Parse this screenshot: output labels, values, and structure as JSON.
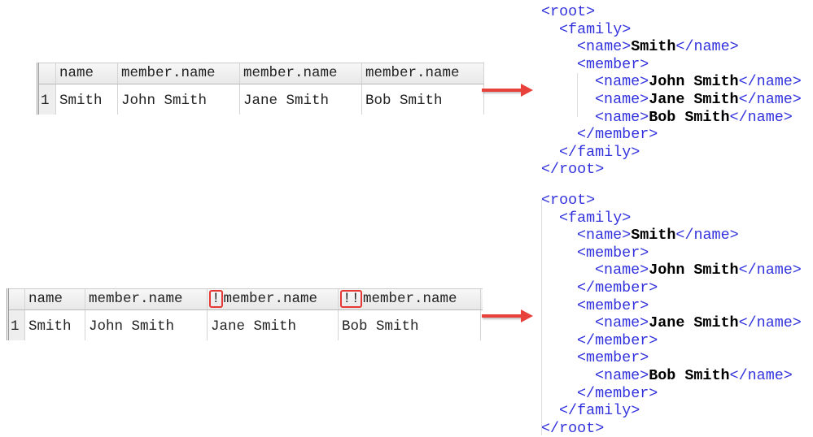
{
  "table1": {
    "headers": [
      "name",
      "member.name",
      "member.name",
      "member.name"
    ],
    "row": {
      "num": "1",
      "cells": [
        "Smith",
        "John Smith",
        "Jane Smith",
        "Bob Smith"
      ]
    }
  },
  "table2": {
    "headers": [
      "name",
      "member.name",
      "member.name",
      "member.name"
    ],
    "prefixes": [
      "",
      "",
      "!",
      "!!"
    ],
    "row": {
      "num": "1",
      "cells": [
        "Smith",
        "John Smith",
        "Jane Smith",
        "Bob Smith"
      ]
    }
  },
  "arrow_color": "#e8413c",
  "xml1": [
    {
      "indent": 0,
      "open": "<root>"
    },
    {
      "indent": 1,
      "open": "<family>"
    },
    {
      "indent": 2,
      "open": "<name>",
      "value": "Smith",
      "close": "</name>"
    },
    {
      "indent": 2,
      "open": "<member>"
    },
    {
      "indent": 3,
      "open": "<name>",
      "value": "John Smith",
      "close": "</name>"
    },
    {
      "indent": 3,
      "open": "<name>",
      "value": "Jane Smith",
      "close": "</name>"
    },
    {
      "indent": 3,
      "open": "<name>",
      "value": "Bob Smith",
      "close": "</name>"
    },
    {
      "indent": 2,
      "open": "</member>"
    },
    {
      "indent": 1,
      "open": "</family>"
    },
    {
      "indent": 0,
      "open": "</root>"
    }
  ],
  "xml2": [
    {
      "indent": 0,
      "open": "<root>"
    },
    {
      "indent": 1,
      "open": "<family>"
    },
    {
      "indent": 2,
      "open": "<name>",
      "value": "Smith",
      "close": "</name>"
    },
    {
      "indent": 2,
      "open": "<member>"
    },
    {
      "indent": 3,
      "open": "<name>",
      "value": "John Smith",
      "close": "</name>"
    },
    {
      "indent": 2,
      "open": "</member>"
    },
    {
      "indent": 2,
      "open": "<member>"
    },
    {
      "indent": 3,
      "open": "<name>",
      "value": "Jane Smith",
      "close": "</name>"
    },
    {
      "indent": 2,
      "open": "</member>"
    },
    {
      "indent": 2,
      "open": "<member>"
    },
    {
      "indent": 3,
      "open": "<name>",
      "value": "Bob Smith",
      "close": "</name>"
    },
    {
      "indent": 2,
      "open": "</member>"
    },
    {
      "indent": 1,
      "open": "</family>"
    },
    {
      "indent": 0,
      "open": "</root>"
    }
  ]
}
